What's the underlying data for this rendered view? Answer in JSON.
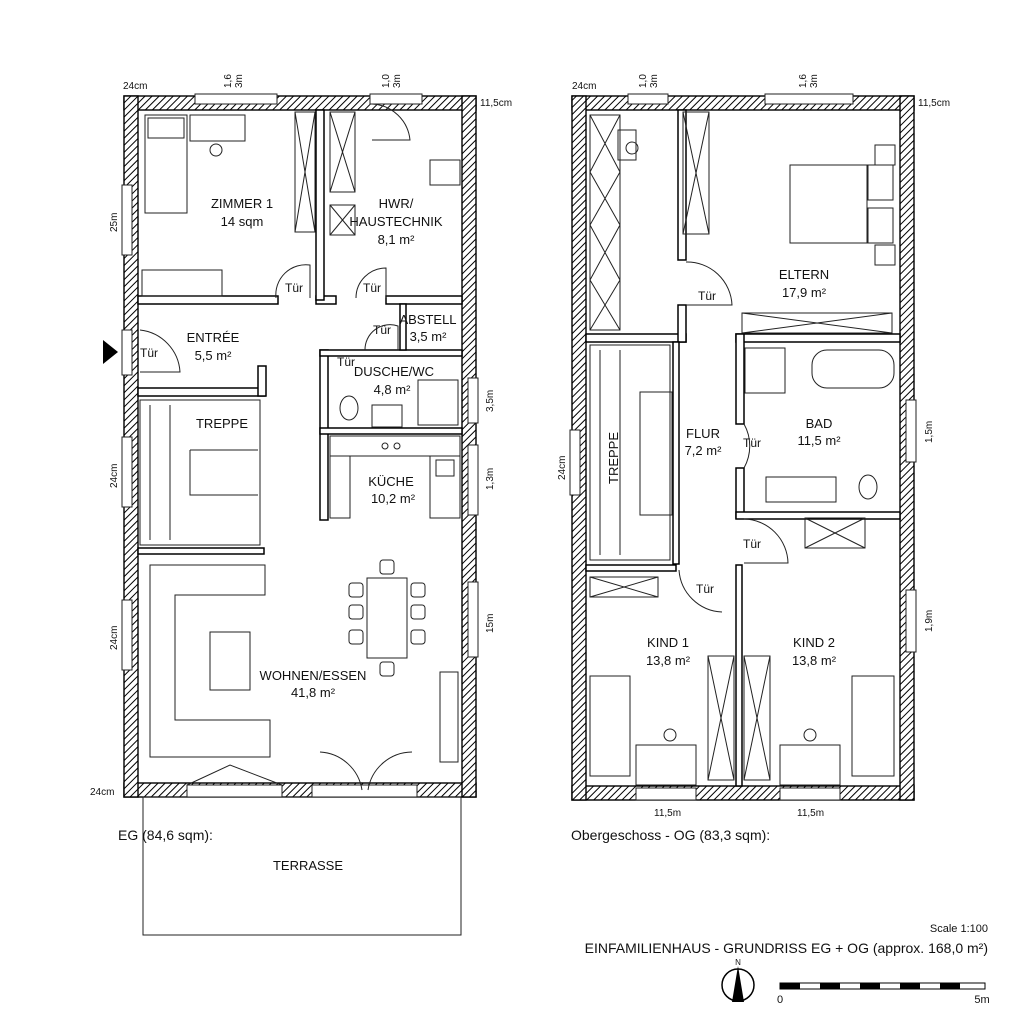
{
  "eg": {
    "label": "EG (84,6 sqm):",
    "rooms": [
      {
        "name": "ZIMMER 1",
        "area": "14 sqm"
      },
      {
        "name": "HWR/",
        "name2": "HAUSTECHNIK",
        "area": "8,1 m²"
      },
      {
        "name": "ENTRÉE",
        "area": "5,5 m²"
      },
      {
        "name": "ABSTELL",
        "area": "3,5 m²"
      },
      {
        "name": "DUSCHE/WC",
        "area": "4,8 m²"
      },
      {
        "name": "TREPPE"
      },
      {
        "name": "KÜCHE",
        "area": "10,2 m²"
      },
      {
        "name": "WOHNEN/ESSEN",
        "area": "41,8 m²"
      }
    ],
    "terrace": "TERRASSE",
    "doors": [
      "Tür",
      "Tür",
      "Tür",
      "Tür",
      "Tür"
    ],
    "dims": {
      "top_left": "24cm",
      "top_w1": "1,6",
      "top_w1b": "3m",
      "top_w2": "1,0",
      "top_w2b": "3m",
      "top_right": "11,5cm",
      "left_25": "25m",
      "left_24a": "24cm",
      "left_24b": "24cm",
      "bottom_left": "24cm",
      "right_35": "3,5m",
      "right_13": "1,3m",
      "right_15": "15m"
    }
  },
  "og": {
    "label": "Obergeschoss - OG (83,3 sqm):",
    "rooms": [
      {
        "name": "ELTERN",
        "area": "17,9 m²"
      },
      {
        "name": "FLUR",
        "area": "7,2 m²"
      },
      {
        "name": "BAD",
        "area": "11,5 m²"
      },
      {
        "name": "TREPPE"
      },
      {
        "name": "KIND 1",
        "area": "13,8 m²"
      },
      {
        "name": "KIND 2",
        "area": "13,8 m²"
      }
    ],
    "doors": [
      "Tür",
      "Tür",
      "Tür",
      "Tür"
    ],
    "dims": {
      "top_left": "24cm",
      "top_w1": "1,0",
      "top_w1b": "3m",
      "top_w2": "1,6",
      "top_w2b": "3m",
      "top_right": "11,5cm",
      "left_24": "24cm",
      "right_15": "1,5m",
      "right_19": "1,9m",
      "bottom_a": "11,5m",
      "bottom_b": "11,5m"
    }
  },
  "footer": {
    "scale": "Scale 1:100",
    "title": "EINFAMILIENHAUS - GRUNDRISS EG + OG (approx. 168,0 m²)",
    "north": "N",
    "bar_start": "0",
    "bar_end": "5m"
  }
}
